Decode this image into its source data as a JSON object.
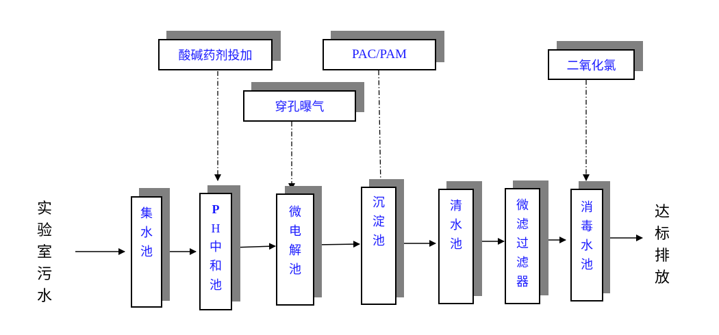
{
  "diagram": {
    "title": "",
    "input": {
      "label_chars": [
        "实",
        "验",
        "室",
        "污",
        "水"
      ],
      "label": "实验室污水"
    },
    "output": {
      "label_chars": [
        "达",
        "标",
        "排",
        "放"
      ],
      "label": "达标排放"
    },
    "units": [
      {
        "id": "collection",
        "chars": [
          "集",
          "水",
          "池"
        ],
        "label": "集水池"
      },
      {
        "id": "ph",
        "chars": [
          "P",
          "H",
          "中",
          "和",
          "池"
        ],
        "label": "PH中和池"
      },
      {
        "id": "micro-electrolysis",
        "chars": [
          "微",
          "电",
          "解",
          "池"
        ],
        "label": "微电解池"
      },
      {
        "id": "sedimentation",
        "chars": [
          "沉",
          "淀",
          "池"
        ],
        "label": "沉淀池"
      },
      {
        "id": "clear-water",
        "chars": [
          "清",
          "水",
          "池"
        ],
        "label": "清水池"
      },
      {
        "id": "microfilter",
        "chars": [
          "微",
          "滤",
          "过",
          "滤",
          "器"
        ],
        "label": "微滤过滤器"
      },
      {
        "id": "disinfection",
        "chars": [
          "消",
          "毒",
          "水",
          "池"
        ],
        "label": "消毒水池"
      }
    ],
    "additives": [
      {
        "id": "acid-base",
        "label": "酸碱药剂投加",
        "target": "ph"
      },
      {
        "id": "aeration",
        "label": "穿孔曝气",
        "target": "micro-electrolysis"
      },
      {
        "id": "pac-pam",
        "label": "PAC/PAM",
        "target": "sedimentation"
      },
      {
        "id": "chlorine-dioxide",
        "label": "二氧化氯",
        "target": "disinfection"
      }
    ],
    "colors": {
      "text_blue": "#1a1aff",
      "shadow": "#808080",
      "line": "#000000"
    }
  }
}
